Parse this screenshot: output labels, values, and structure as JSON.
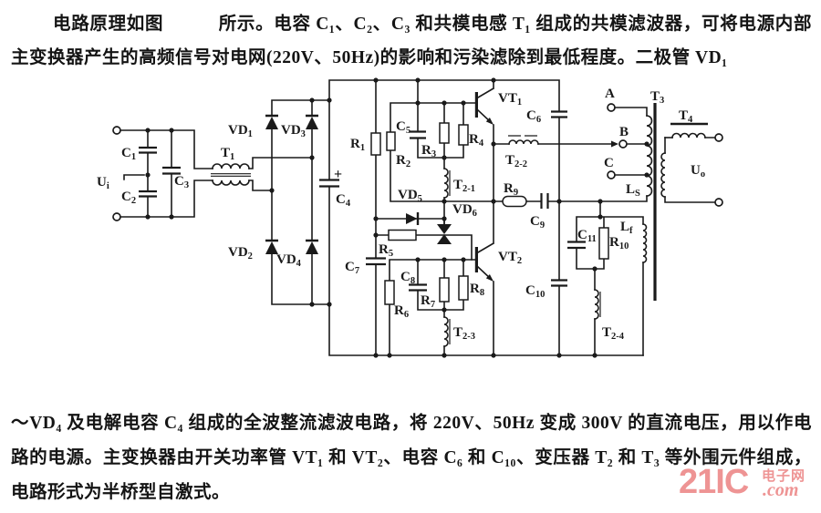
{
  "page": {
    "background": "#ffffff",
    "ink": "#1a1a1a"
  },
  "top_paragraph": {
    "text": "电路原理如图　　　所示。电容 C₁、C₂、C₃ 和共模电感 T₁ 组成的共模滤波器，可将电源内部主变换器产生的高频信号对电网(220V、50Hz)的影响和污染滤除到最低程度。二极管 VD₁"
  },
  "bottom_paragraph": {
    "text": "～VD₄ 及电解电容 C₄ 组成的全波整流滤波电路，将 220V、50Hz 变成 300V 的直流电压，用以作电路的电源。主变换器由开关功率管 VT₁ 和 VT₂、电容 C₆ 和 C₁₀、变压器 T₂ 和 T₃ 等外围元件组成，电路形式为半桥型自激式。"
  },
  "watermark": {
    "brand": "21IC",
    "site_name": "电子网",
    "suffix": ".com",
    "color": "#ee9494"
  },
  "schematic": {
    "labels": {
      "ui": "U_i",
      "c1": "C_1",
      "c2": "C_2",
      "c3": "C_3",
      "t1": "T_1",
      "vd1": "VD_1",
      "vd2": "VD_2",
      "vd3": "VD_3",
      "vd4": "VD_4",
      "c4": "C_4",
      "plus": "+",
      "r1": "R_1",
      "r2": "R_2",
      "c5": "C_5",
      "r3": "R_3",
      "r4": "R_4",
      "vt1": "VT_1",
      "t2_1": "T_2-1",
      "vd5": "VD_5",
      "vd6": "VD_6",
      "r5": "R_5",
      "c7": "C_7",
      "c8": "C_8",
      "r6": "R_6",
      "r7": "R_7",
      "r8": "R_8",
      "vt2": "VT_2",
      "t2_3": "T_2-3",
      "c6": "C_6",
      "t2_2": "T_2-2",
      "r9": "R_9",
      "c9": "C_9",
      "c10": "C_10",
      "c11": "C_11",
      "r10": "R_10",
      "lf": "L_f",
      "t2_4": "T_2-4",
      "a": "A",
      "b": "B",
      "c": "C",
      "ls": "L_S",
      "t3": "T_3",
      "t4": "T_4",
      "uo": "U_o"
    }
  }
}
